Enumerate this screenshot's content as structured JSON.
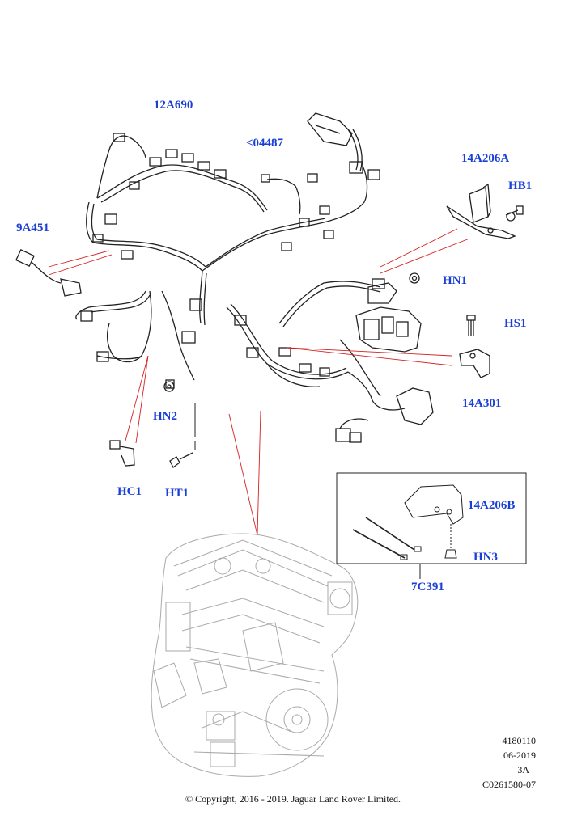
{
  "callouts": {
    "p_12A690": "12A690",
    "p_04487": "<04487",
    "p_14A206A": "14A206A",
    "p_HB1": "HB1",
    "p_9A451": "9A451",
    "p_HN1": "HN1",
    "p_HS1": "HS1",
    "p_14A301": "14A301",
    "p_HN2": "HN2",
    "p_HC1": "HC1",
    "p_HT1": "HT1",
    "p_14A206B": "14A206B",
    "p_HN3": "HN3",
    "p_7C391": "7C391"
  },
  "meta": {
    "illustration_no": "4180110",
    "date": "06-2019",
    "revision": "3A",
    "ref": "C0261580-07"
  },
  "copyright": "© Copyright, 2016 - 2019. Jaguar Land Rover Limited.",
  "colors": {
    "callout": "#1a3fd6",
    "leader": "#d42020",
    "line": "#222222",
    "engine": "#aaaaaa"
  }
}
